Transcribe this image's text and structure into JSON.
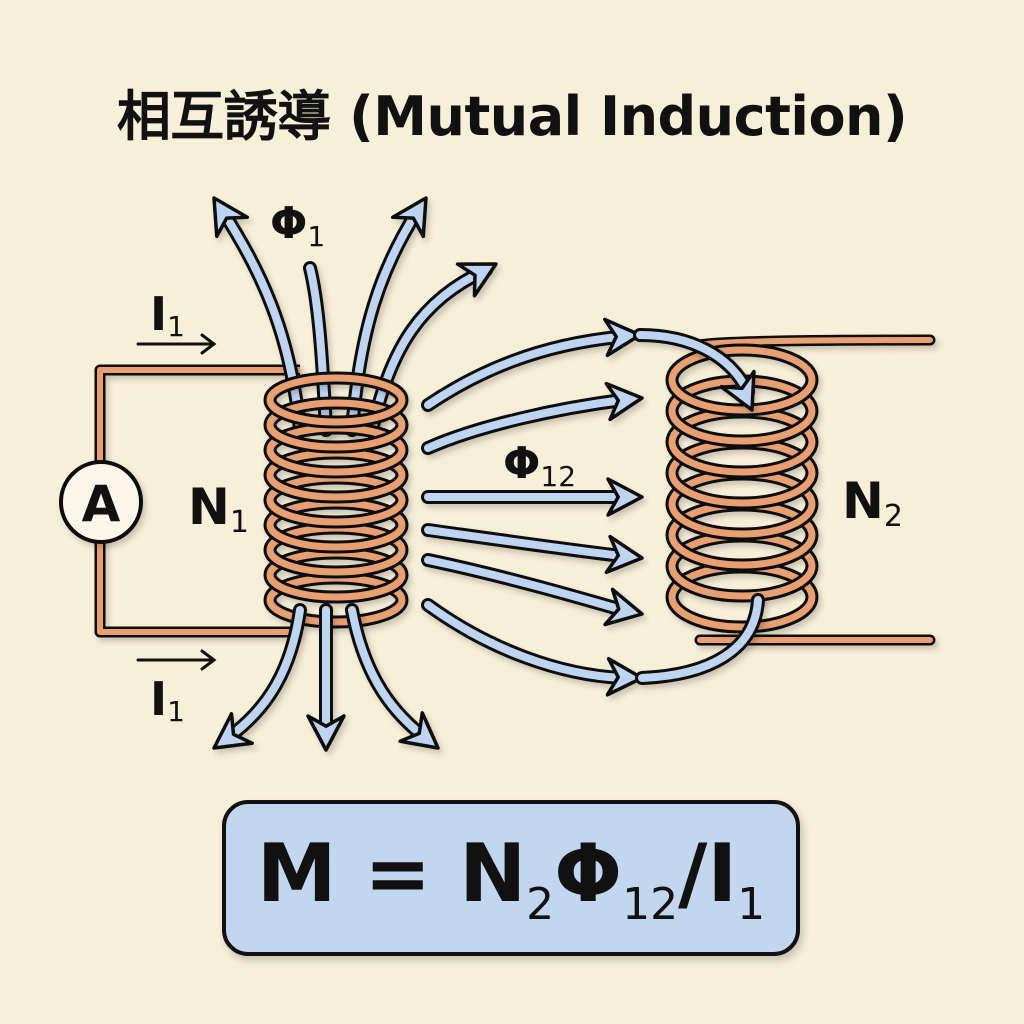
{
  "title": "相互誘導 (Mutual Induction)",
  "colors": {
    "background": "#f8efd9",
    "copper": "#e8a072",
    "flux": "#bed4f0",
    "outline": "#111111",
    "formula_box": "#c3d6f0"
  },
  "labels": {
    "flux1_main": "Φ",
    "flux1_sub": "1",
    "current_top_main": "I",
    "current_top_sub": "1",
    "current_bottom_main": "I",
    "current_bottom_sub": "1",
    "ammeter": "A",
    "coil1_main": "N",
    "coil1_sub": "1",
    "flux12_main": "Φ",
    "flux12_sub": "12",
    "coil2_main": "N",
    "coil2_sub": "2"
  },
  "formula": {
    "lhs": "M = N",
    "n_sub": "2",
    "phi": "Φ",
    "phi_sub": "12",
    "div": "/I",
    "i_sub": "1"
  },
  "coils": {
    "primary_turns_drawn": 9,
    "secondary_turns_drawn": 8
  }
}
